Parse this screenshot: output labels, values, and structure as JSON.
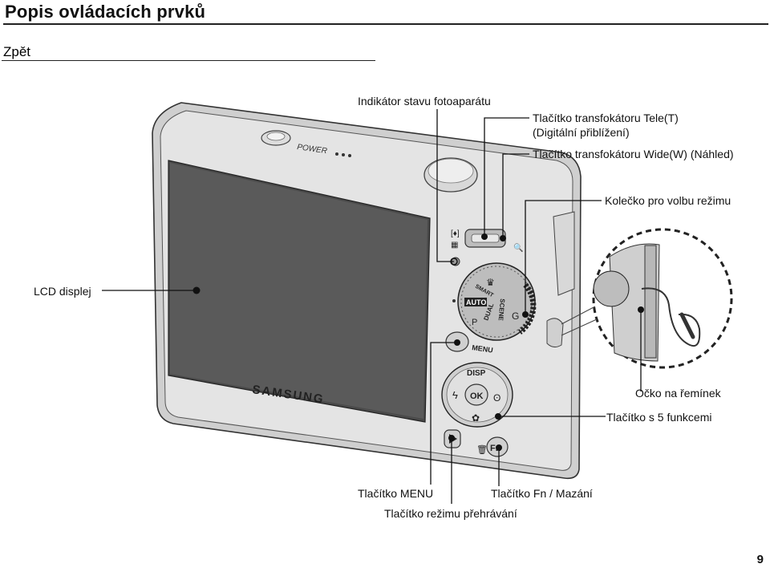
{
  "header": {
    "title": "Popis ovládacích prvků",
    "back_link": "Zpět"
  },
  "camera": {
    "brand": "SAMSUNG",
    "power_text": "POWER",
    "dial_auto": "AUTO",
    "dial_smart": "SMART",
    "dial_dual": "DUAL",
    "dial_scene": "SCENE",
    "menu_text": "MENU",
    "disp_text": "DISP",
    "ok_text": "OK",
    "fn_text": "Fn"
  },
  "callouts": {
    "status_indicator": "Indikátor stavu fotoaparátu",
    "zoom_tele_line1": "Tlačítko transfokátoru Tele(T)",
    "zoom_tele_line2": "(Digitální přiblížení)",
    "zoom_wide": "Tlačítko transfokátoru Wide(W) (Náhled)",
    "mode_dial": "Kolečko pro volbu režimu",
    "lcd": "LCD displej",
    "strap_eyelet": "Očko na řemínek",
    "five_function": "Tlačítko s 5 funkcemi",
    "menu_button": "Tlačítko MENU",
    "fn_button": "Tlačítko Fn / Mazání",
    "playback_button": "Tlačítko režimu přehrávání"
  },
  "page": {
    "number": "9"
  }
}
